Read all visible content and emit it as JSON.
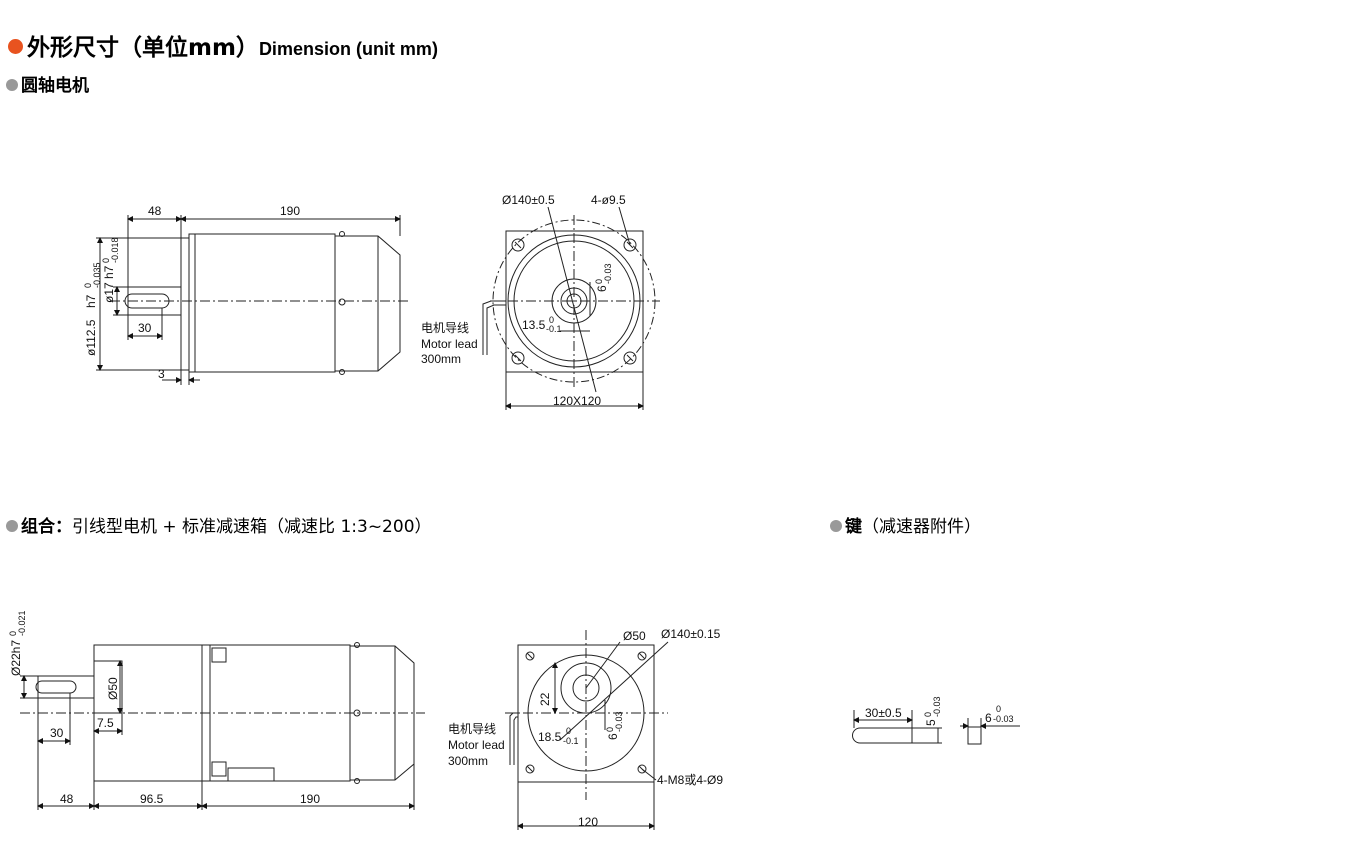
{
  "header": {
    "title_cn": "外形尺寸（单位mm）",
    "title_en": "Dimension (unit mm)"
  },
  "sections": {
    "round_shaft": {
      "label": "圆轴电机"
    },
    "combo": {
      "label_bold": "组合：",
      "label_rest": "引线型电机 + 标准减速箱（减速比 1:3~200）"
    },
    "key": {
      "label_bold": "键",
      "label_rest": "（减速器附件）"
    }
  },
  "drawing1_side": {
    "dim_shaft_len": "48",
    "dim_body_len": "190",
    "dim_key_len": "30",
    "dim_flange": "3",
    "dim_pilot_dia": "ø112.5",
    "dim_pilot_tol_base": "h7",
    "dim_pilot_tol_upper": "0",
    "dim_pilot_tol_lower": "-0.035",
    "dim_shaft_dia": "ø17 h7",
    "dim_shaft_tol_upper": "0",
    "dim_shaft_tol_lower": "-0.018"
  },
  "drawing1_front": {
    "dim_pcd": "Ø140±0.5",
    "dim_holes": "4-ø9.5",
    "dim_key_width": "6",
    "dim_key_tol_upper": "0",
    "dim_key_tol_lower": "-0.03",
    "dim_key_height": "13.5",
    "dim_key_height_tol_upper": "0",
    "dim_key_height_tol_lower": "-0.1",
    "dim_square": "120X120",
    "lead_cn": "电机导线",
    "lead_en": "Motor lead",
    "lead_len": "300mm"
  },
  "drawing2_side": {
    "dim_shaft_dia": "Ø22h7",
    "dim_shaft_tol_upper": "0",
    "dim_shaft_tol_lower": "-0.021",
    "dim_boss_dia": "Ø50",
    "dim_key_len": "30",
    "dim_boss_len": "7.5",
    "dim_shaft_len": "48",
    "dim_gear_len": "96.5",
    "dim_motor_len": "190"
  },
  "drawing2_front": {
    "dim_boss": "Ø50",
    "dim_pcd": "Ø140±0.15",
    "dim_offset": "22",
    "dim_key_height": "18.5",
    "dim_key_height_tol_upper": "0",
    "dim_key_height_tol_lower": "-0.1",
    "dim_key_width": "6",
    "dim_key_tol_upper": "0",
    "dim_key_tol_lower": "-0.03",
    "dim_holes": "4-M8或4-Ø9",
    "dim_square": "120",
    "lead_cn": "电机导线",
    "lead_en": "Motor lead",
    "lead_len": "300mm"
  },
  "key_drawing": {
    "dim_len": "30±0.5",
    "dim_height_base": "5",
    "dim_height_tol_upper": "0",
    "dim_height_tol_lower": "-0.03",
    "dim_width_base": "6",
    "dim_width_tol_upper": "0",
    "dim_width_tol_lower": "-0.03"
  }
}
